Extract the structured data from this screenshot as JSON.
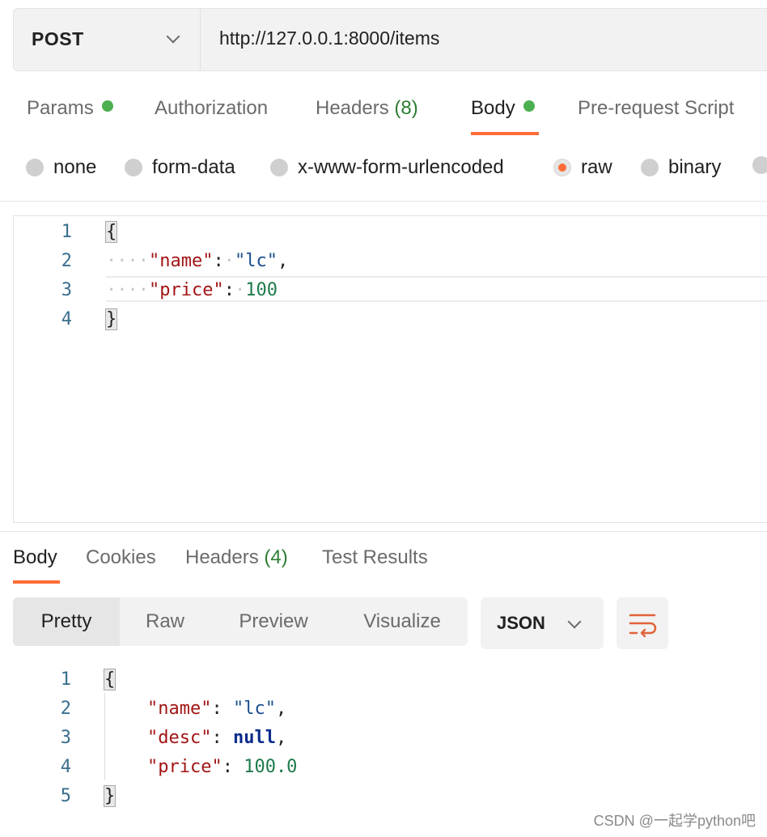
{
  "request": {
    "method": "POST",
    "url": "http://127.0.0.1:8000/items"
  },
  "request_tabs": [
    {
      "label": "Params",
      "dot": true
    },
    {
      "label": "Authorization"
    },
    {
      "label": "Headers",
      "count": "(8)"
    },
    {
      "label": "Body",
      "dot": true,
      "active": true
    },
    {
      "label": "Pre-request Script"
    }
  ],
  "body_types": [
    "none",
    "form-data",
    "x-www-form-urlencoded",
    "raw",
    "binary"
  ],
  "selected_body_type": "raw",
  "request_body": {
    "line_numbers": [
      "1",
      "2",
      "3",
      "4"
    ],
    "open_brace": "{",
    "close_brace": "}",
    "name_key": "\"name\"",
    "name_value": "\"lc\"",
    "price_key": "\"price\"",
    "price_value": "100"
  },
  "response_tabs": [
    {
      "label": "Body",
      "active": true
    },
    {
      "label": "Cookies"
    },
    {
      "label": "Headers",
      "count": "(4)"
    },
    {
      "label": "Test Results"
    }
  ],
  "view_modes": [
    "Pretty",
    "Raw",
    "Preview",
    "Visualize"
  ],
  "selected_view_mode": "Pretty",
  "format": "JSON",
  "response_body": {
    "line_numbers": [
      "1",
      "2",
      "3",
      "4",
      "5"
    ],
    "open_brace": "{",
    "close_brace": "}",
    "name_key": "\"name\"",
    "name_value": "\"lc\"",
    "desc_key": "\"desc\"",
    "desc_value": "null",
    "price_key": "\"price\"",
    "price_value": "100.0"
  },
  "colors": {
    "accent": "#ff6c37",
    "status_dot": "#4caf50",
    "count_text": "#2e7d32",
    "json_key": "#a31515",
    "json_string": "#1a4d8f",
    "json_number": "#1e7a4a"
  },
  "watermark": "CSDN @一起学python吧"
}
